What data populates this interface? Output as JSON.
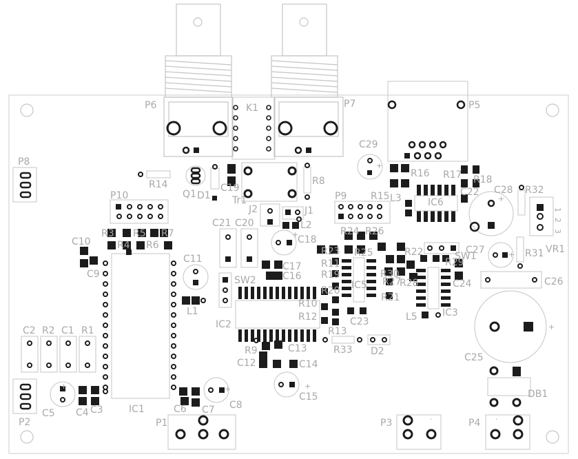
{
  "board": {
    "outline_color": "#d4d4d4",
    "silk_color": "#c4c4c4",
    "text_color": "#a8a8a8",
    "pad_color": "#1c1c1c"
  },
  "labels": {
    "P6": "P6",
    "K1": "K1",
    "P7": "P7",
    "P5": "P5",
    "C29": "C29",
    "P8": "P8",
    "R14": "R14",
    "Q1": "Q1",
    "D1": "D1",
    "C19": "C19",
    "Tr1": "Tr1",
    "R8": "R8",
    "R16": "R16",
    "R17": "R17",
    "R18": "R18",
    "R32": "R32",
    "C28": "C28",
    "C22": "C22",
    "L3": "L3",
    "IC6": "IC6",
    "P10": "P10",
    "P9": "P9",
    "R15": "R15",
    "J2": "J2",
    "J1": "J1",
    "L2": "L2",
    "R3": "R3",
    "R5": "R5",
    "R7": "R7",
    "R4": "R4",
    "R6": "R6",
    "C21": "C21",
    "C20": "C20",
    "C18": "C18",
    "R24": "R24",
    "R26": "R26",
    "C10": "C10",
    "C9": "C9",
    "R23": "R23",
    "R25": "R25",
    "R22": "R22",
    "SW1": "SW1",
    "C27": "C27",
    "R31": "R31",
    "VR1": "VR1",
    "C11": "C11",
    "C17": "C17",
    "C16": "C16",
    "SW2": "SW2",
    "R11": "R11",
    "R19": "R19",
    "R20": "R20",
    "R27": "R27",
    "R28": "R28",
    "R30": "R30",
    "R21": "R21",
    "C24": "C24",
    "C26": "C26",
    "IC5": "IC5",
    "R10": "R10",
    "R12": "R12",
    "L1": "L1",
    "IC2": "IC2",
    "C23": "C23",
    "L5": "L5",
    "IC3": "IC3",
    "R29": "R29",
    "C2": "C2",
    "R2": "R2",
    "C1": "C1",
    "R1": "R1",
    "R13": "R13",
    "R33": "R33",
    "D2": "D2",
    "C13": "C13",
    "R9": "R9",
    "C25": "C25",
    "C12": "C12",
    "C14": "C14",
    "DB1": "DB1",
    "C5": "C5",
    "C4": "C4",
    "C3": "C3",
    "IC1": "IC1",
    "C6": "C6",
    "C7": "C7",
    "C8": "C8",
    "C15": "C15",
    "P2": "P2",
    "P1": "P1",
    "P3": "P3",
    "P4": "P4",
    "vr_pin1": "1",
    "vr_pin2": "2",
    "vr_pin3": "3"
  }
}
